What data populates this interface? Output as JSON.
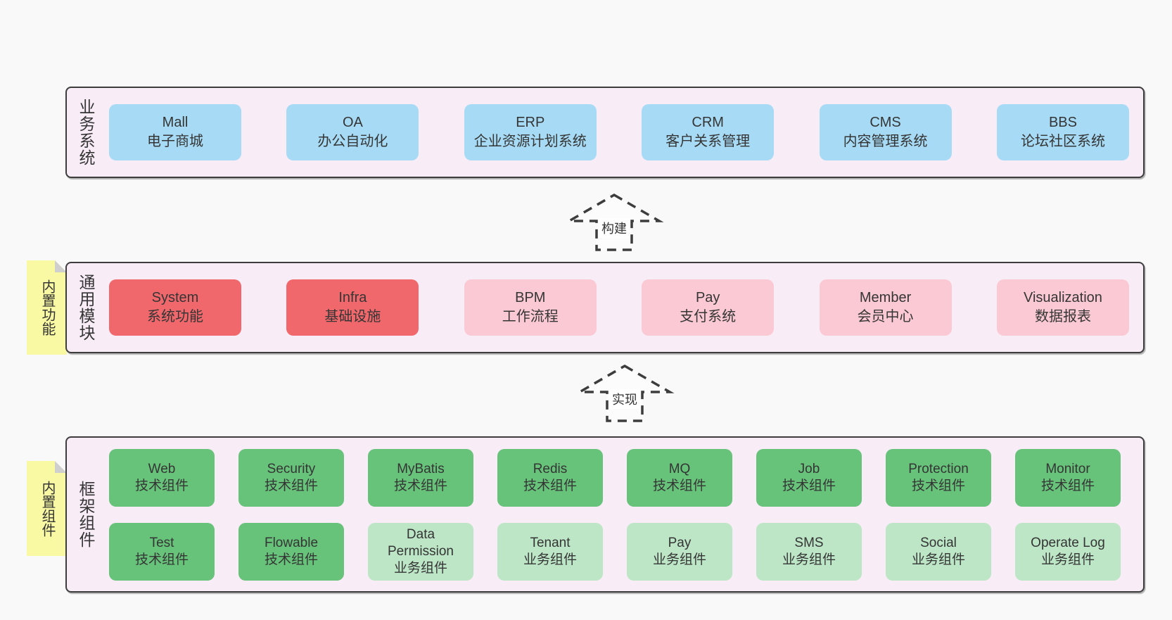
{
  "colors": {
    "page-bg": "#f9f9f9",
    "panel-bg": "#f8ecf6",
    "line": "#3d3d3d",
    "text": "#353535",
    "blue": "#a7dbf5",
    "red": "#f0686c",
    "pink": "#fac9d3",
    "green_dark": "#67c27a",
    "green_light": "#bde6c6",
    "yellow": "#f9f9a4",
    "fold": "#cfcfcf"
  },
  "arrows": [
    {
      "label": "构建"
    },
    {
      "label": "实现"
    }
  ],
  "layers": [
    {
      "label": "业务系统",
      "boxes": [
        {
          "name": "Mall",
          "desc": "电子商城"
        },
        {
          "name": "OA",
          "desc": "办公自动化"
        },
        {
          "name": "ERP",
          "desc": "企业资源计划系统"
        },
        {
          "name": "CRM",
          "desc": "客户关系管理"
        },
        {
          "name": "CMS",
          "desc": "内容管理系统"
        },
        {
          "name": "BBS",
          "desc": "论坛社区系统"
        }
      ]
    },
    {
      "label": "通用模块",
      "note": "内置功能",
      "boxes": [
        {
          "name": "System",
          "desc": "系统功能"
        },
        {
          "name": "Infra",
          "desc": "基础设施"
        },
        {
          "name": "BPM",
          "desc": "工作流程"
        },
        {
          "name": "Pay",
          "desc": "支付系统"
        },
        {
          "name": "Member",
          "desc": "会员中心"
        },
        {
          "name": "Visualization",
          "desc": "数据报表"
        }
      ]
    },
    {
      "label": "框架组件",
      "note": "内置组件",
      "rows": [
        [
          {
            "name": "Web",
            "desc": "技术组件"
          },
          {
            "name": "Security",
            "desc": "技术组件"
          },
          {
            "name": "MyBatis",
            "desc": "技术组件"
          },
          {
            "name": "Redis",
            "desc": "技术组件"
          },
          {
            "name": "MQ",
            "desc": "技术组件"
          },
          {
            "name": "Job",
            "desc": "技术组件"
          },
          {
            "name": "Protection",
            "desc": "技术组件"
          },
          {
            "name": "Monitor",
            "desc": "技术组件"
          }
        ],
        [
          {
            "name": "Test",
            "desc": "技术组件"
          },
          {
            "name": "Flowable",
            "desc": "技术组件"
          },
          {
            "name": "Data Permission",
            "desc": "业务组件"
          },
          {
            "name": "Tenant",
            "desc": "业务组件"
          },
          {
            "name": "Pay",
            "desc": "业务组件"
          },
          {
            "name": "SMS",
            "desc": "业务组件"
          },
          {
            "name": "Social",
            "desc": "业务组件"
          },
          {
            "name": "Operate Log",
            "desc": "业务组件"
          }
        ]
      ]
    }
  ]
}
